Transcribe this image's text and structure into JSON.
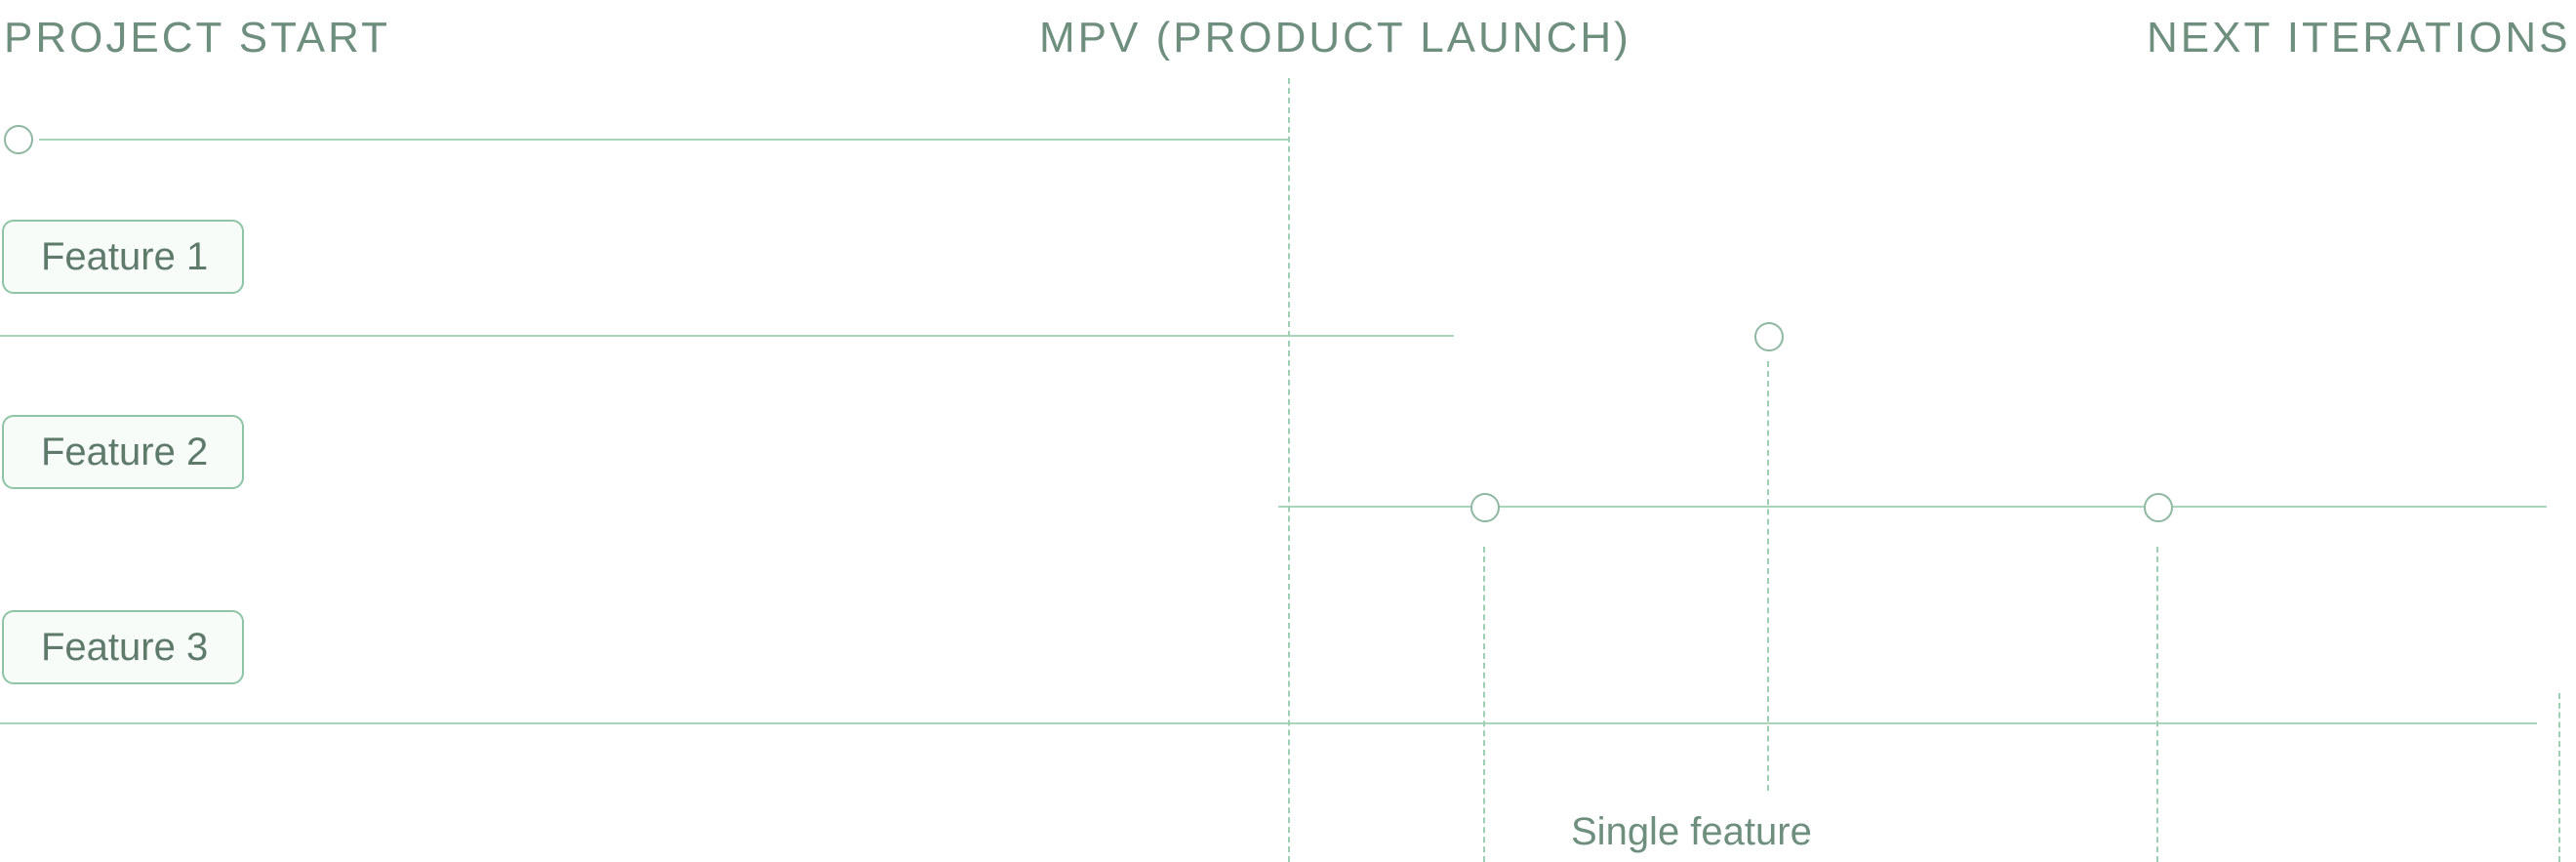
{
  "headers": {
    "project_start": "PROJECT START",
    "mvp": "MPV (PRODUCT LAUNCH)",
    "next": "NEXT ITERATIONS"
  },
  "features": [
    {
      "label": "Feature 1"
    },
    {
      "label": "Feature 2"
    },
    {
      "label": "Feature 3"
    }
  ],
  "bottom_label": "Single feature",
  "colors": {
    "line": "#eef7f2",
    "text": "#f1f6f2"
  }
}
